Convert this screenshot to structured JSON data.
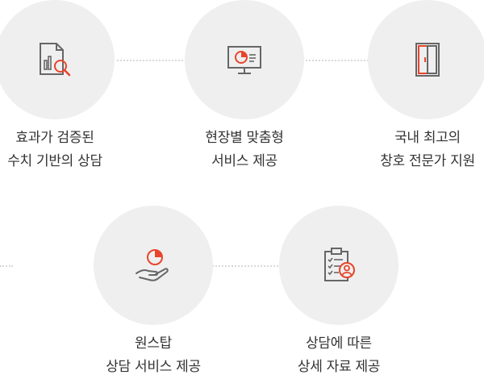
{
  "features": [
    {
      "icon": "document-search-icon",
      "line1": "효과가 검증된",
      "line2": "수치 기반의 상담"
    },
    {
      "icon": "monitor-chart-icon",
      "line1": "현장별 맞춤형",
      "line2": "서비스 제공"
    },
    {
      "icon": "window-frame-icon",
      "line1": "국내 최고의",
      "line2": "창호 전문가 지원"
    },
    {
      "icon": "hand-chart-icon",
      "line1": "원스탑",
      "line2": "상담 서비스 제공"
    },
    {
      "icon": "clipboard-user-icon",
      "line1": "상담에 따른",
      "line2": "상세 자료 제공"
    }
  ],
  "colors": {
    "accent": "#e8452c",
    "icon_gray": "#666666",
    "circle": "#efefef",
    "text": "#333333"
  }
}
